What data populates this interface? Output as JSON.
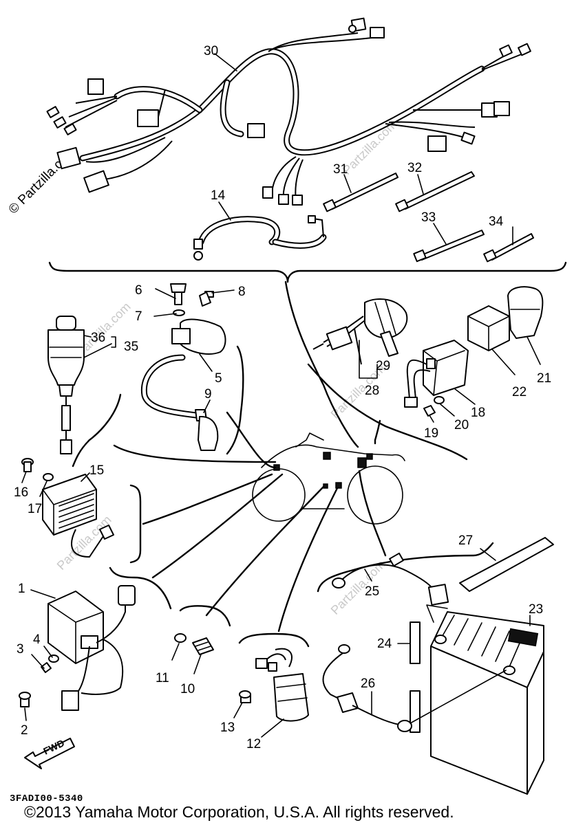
{
  "diagram": {
    "callouts": {
      "p1": "1",
      "p2": "2",
      "p3": "3",
      "p4": "4",
      "p5": "5",
      "p6": "6",
      "p7": "7",
      "p8": "8",
      "p9": "9",
      "p10": "10",
      "p11": "11",
      "p12": "12",
      "p13": "13",
      "p14": "14",
      "p15": "15",
      "p16": "16",
      "p17": "17",
      "p18": "18",
      "p19": "19",
      "p20": "20",
      "p21": "21",
      "p22": "22",
      "p23": "23",
      "p24": "24",
      "p25": "25",
      "p26": "26",
      "p27": "27",
      "p28": "28",
      "p29": "29",
      "p30": "30",
      "p31": "31",
      "p32": "32",
      "p33": "33",
      "p34": "34",
      "p35": "35",
      "p36": "36"
    },
    "fwd_label": "FWD",
    "catalog_code": "3FADI00-5340",
    "watermark": "© Partzilla.com",
    "watermark_faint": "Partzilla.com"
  },
  "footer": {
    "copyright": "©2013  Yamaha Motor Corporation, U.S.A. All rights reserved."
  }
}
